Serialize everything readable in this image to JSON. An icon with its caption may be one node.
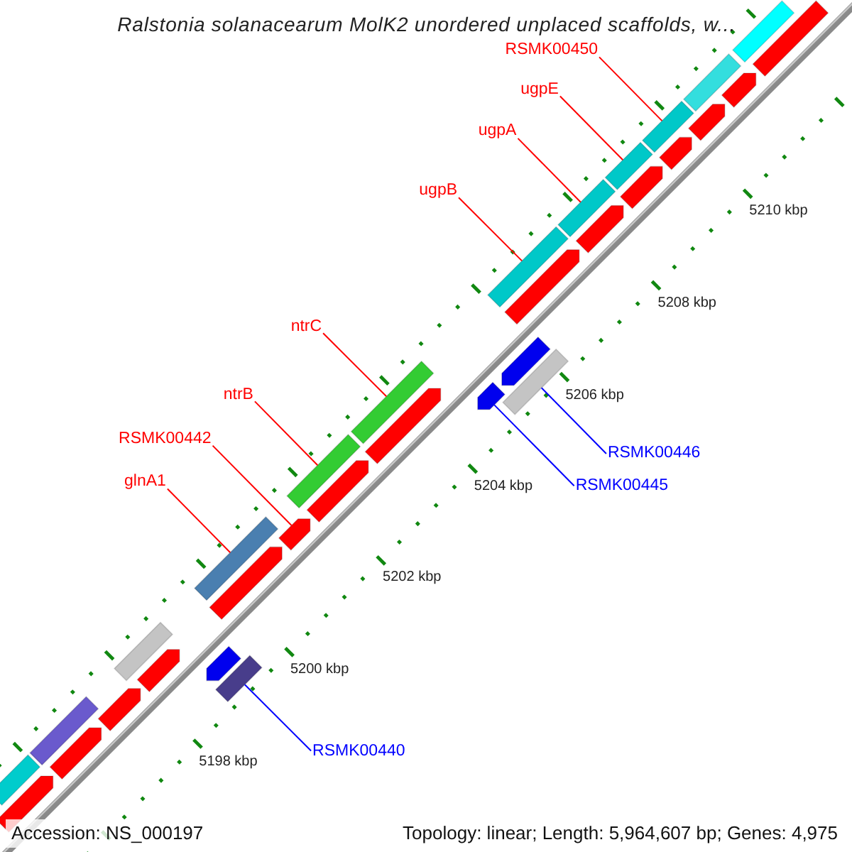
{
  "diagram": {
    "title": "Ralstonia solanacearum MolK2 unordered unplaced scaffolds, w...",
    "nodes": [
      {
        "text": [
          "RSMK00450"
        ]
      },
      {
        "text": [
          "ugpE"
        ]
      },
      {
        "text": [
          "ugpA"
        ]
      },
      {
        "text": [
          "ugpB"
        ]
      },
      {
        "text": [
          "ntrC"
        ]
      },
      {
        "text": [
          "ntrB"
        ]
      },
      {
        "text": [
          "RSMK00442"
        ]
      },
      {
        "text": [
          "glnA1"
        ]
      },
      {
        "text": [
          "RSMK00446"
        ]
      },
      {
        "text": [
          "RSMK00445"
        ]
      },
      {
        "text": [
          "RSMK00440"
        ]
      },
      {
        "text": [],
        "shape": "box"
      },
      {
        "text": [],
        "shape": "box"
      },
      {
        "text": [],
        "shape": "box"
      },
      {
        "text": [],
        "shape": "pentagon"
      },
      {
        "text": [],
        "shape": "pentagon"
      },
      {
        "text": [],
        "shape": "box"
      },
      {
        "text": [],
        "shape": "pentagon"
      },
      {
        "text": [],
        "shape": "box"
      },
      {
        "text": [],
        "shape": "pentagon"
      },
      {
        "text": [],
        "shape": "box"
      },
      {
        "text": [],
        "shape": "pentagon"
      },
      {
        "text": [],
        "shape": "box"
      },
      {
        "text": [],
        "shape": "pentagon"
      },
      {
        "text": [],
        "shape": "pentagon"
      },
      {
        "text": [],
        "shape": "box"
      },
      {
        "text": [],
        "shape": "pentagon"
      },
      {
        "text": [],
        "shape": "box"
      },
      {
        "text": [],
        "shape": "pentagon"
      },
      {
        "text": [],
        "shape": "box"
      },
      {
        "text": [],
        "shape": "pentagon"
      },
      {
        "text": [],
        "shape": "pentagon"
      },
      {
        "text": [],
        "shape": "box"
      },
      {
        "text": [],
        "shape": "pentagon"
      },
      {
        "text": [],
        "shape": "box"
      },
      {
        "text": [],
        "shape": "pentagon"
      },
      {
        "text": [],
        "shape": "pentagon"
      },
      {
        "text": [],
        "shape": "box"
      },
      {
        "text": [],
        "shape": "pentagon"
      },
      {
        "text": [],
        "shape": "box"
      },
      {
        "text": [],
        "shape": "pentagon"
      },
      {
        "text": [],
        "shape": "box"
      },
      {
        "text": [],
        "shape": "pentagon"
      }
    ],
    "edges": [
      {
        "from": 0,
        "to": 16,
        "arrow": "none"
      },
      {
        "from": 1,
        "to": 18,
        "arrow": "none"
      },
      {
        "from": 2,
        "to": 20,
        "arrow": "none"
      },
      {
        "from": 3,
        "to": 22,
        "arrow": "none"
      },
      {
        "from": 4,
        "to": 27,
        "arrow": "none"
      },
      {
        "from": 5,
        "to": 29,
        "arrow": "none"
      },
      {
        "from": 6,
        "to": 31,
        "arrow": "none"
      },
      {
        "from": 7,
        "to": 32,
        "arrow": "none"
      },
      {
        "from": 8,
        "to": 25,
        "arrow": "none",
        "color": "#0000ff"
      },
      {
        "from": 9,
        "to": 26,
        "arrow": "none",
        "color": "#0000ff"
      },
      {
        "from": 10,
        "to": 37,
        "arrow": "none",
        "color": "#0000ff"
      }
    ],
    "labels": [
      "5210 kbp",
      "5208 kbp",
      "5206 kbp",
      "5204 kbp",
      "5202 kbp",
      "5200 kbp",
      "5198 kbp",
      "Accession: NS_000197",
      "Topology: linear; Length: 5,964,607 bp; Genes: 4,975"
    ]
  }
}
